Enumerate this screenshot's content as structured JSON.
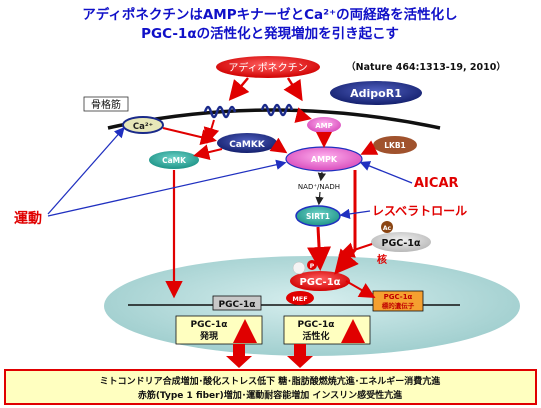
{
  "title": {
    "line1": "アディポネクチンはAMPキナーゼとCa²⁺の両経路を活性化し",
    "line2": "PGC-1αの活性化と発現増加を引き起こす"
  },
  "citation": "（Nature 464:1313-19, 2010）",
  "nodes": {
    "adiponectin": "アディポネクチン",
    "adipor1": "AdipoR1",
    "skeletal_muscle": "骨格筋",
    "ca": "Ca²⁺",
    "camkk": "CaMKK",
    "camk": "CaMK",
    "amp": "AMP",
    "lkb1": "LKB1",
    "ampk": "AMPK",
    "nad": "NAD⁺/NADH",
    "sirt1": "SIRT1",
    "ac": "Ac",
    "pgc_cyto": "PGC-1α",
    "p": "P",
    "nucleus": "核",
    "pgc_nucleus": "PGC-1α",
    "mef": "MEF",
    "pgc_gene": "PGC-1α",
    "target_gene": "PGC-1α\n標的遺伝子",
    "expression_box": "PGC-1α\n発現",
    "activation_box": "PGC-1α\n活性化"
  },
  "side_labels": {
    "exercise": "運動",
    "aicar": "AICAR",
    "resveratrol": "レスベラトロール"
  },
  "outcome": {
    "line1": "ミトコンドリア合成増加･酸化ストレス低下 糖･脂肪酸燃焼亢進･エネルギー消費亢進",
    "line2": "赤筋(Type 1 fiber)増加･運動耐容能増加 インスリン感受性亢進"
  },
  "colors": {
    "title_blue": "#1010c8",
    "red": "#e00000",
    "teal": "#26a69a",
    "navy": "#1a2a8a",
    "pink": "#e860c8",
    "nucleus_fill": "#b9dcdc",
    "box_yellow": "#ffffc0",
    "lkb1_brown": "#a0522d"
  }
}
